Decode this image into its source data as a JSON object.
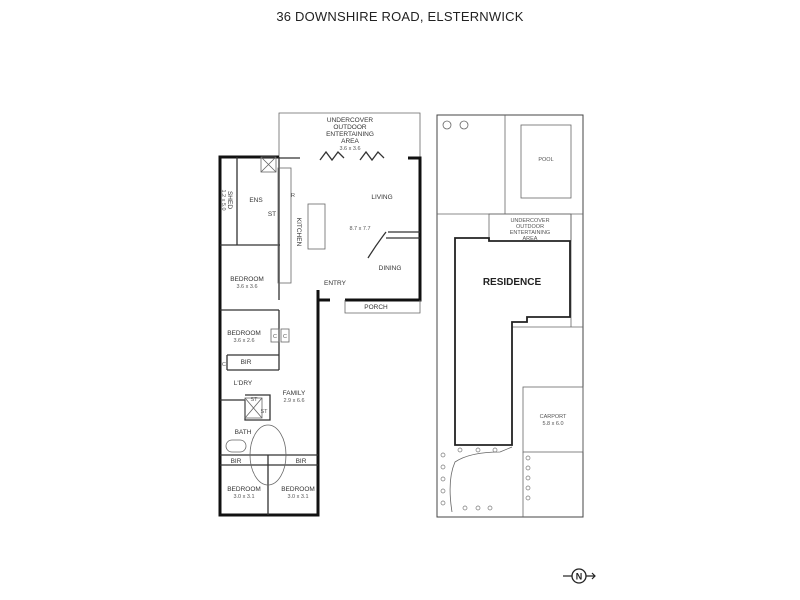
{
  "title": "36 DOWNSHIRE ROAD, ELSTERNWICK",
  "floor_plan": {
    "undercover": {
      "lines": [
        "UNDERCOVER",
        "OUTDOOR",
        "ENTERTAINING",
        "AREA"
      ],
      "dim": "3.6 x 3.6"
    },
    "shed": {
      "label": "SHED",
      "dim": "1.2 x 5.0"
    },
    "ensuite": "ENS",
    "store_1": "ST",
    "kitchen": "KITCHEN",
    "fridge": "R",
    "living": "LIVING",
    "living_dim": "8.7 x 7.7",
    "dining": "DINING",
    "entry": "ENTRY",
    "porch": "PORCH",
    "bedroom_1": {
      "label": "BEDROOM",
      "dim": "3.6 x 3.6"
    },
    "bedroom_2": {
      "label": "BEDROOM",
      "dim": "3.6 x 2.6"
    },
    "cupboard": "C",
    "bir": "BIR",
    "laundry": "L'DRY",
    "family": {
      "label": "FAMILY",
      "dim": "2.9 x 6.6"
    },
    "store_2": "ST",
    "store_3": "ST",
    "bath": "BATH",
    "bedroom_3": {
      "label": "BEDROOM",
      "dim": "3.0 x 3.1"
    },
    "bedroom_4": {
      "label": "BEDROOM",
      "dim": "3.0 x 3.1"
    }
  },
  "site_plan": {
    "pool": "POOL",
    "undercover": [
      "UNDERCOVER",
      "OUTDOOR",
      "ENTERTAINING",
      "AREA"
    ],
    "residence": "RESIDENCE",
    "carport": {
      "label": "CARPORT",
      "dim": "5.8 x 6.0"
    }
  },
  "compass": {
    "label": "N"
  }
}
